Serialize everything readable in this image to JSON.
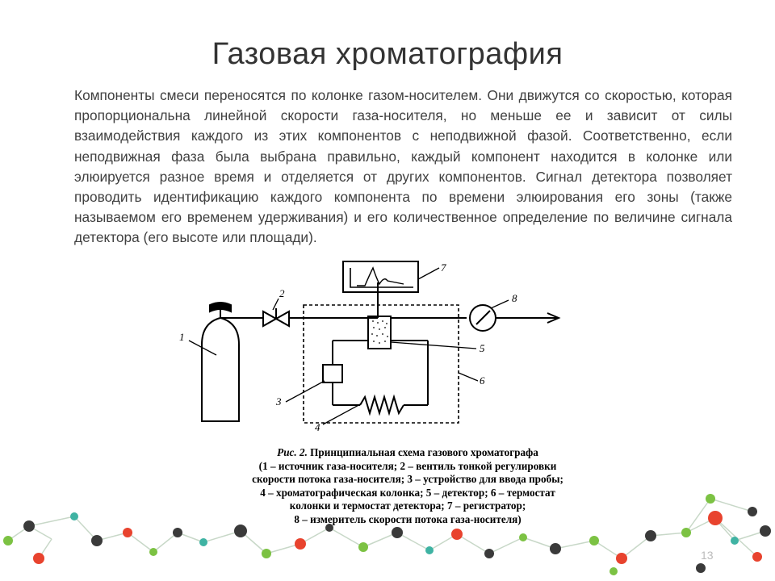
{
  "slide": {
    "title": "Газовая хроматография",
    "paragraph": "Компоненты смеси переносятся по колонке газом-носителем. Они движутся со скоростью, которая пропорциональна линейной скорости газа-носителя, но меньше ее и зависит от силы взаимодействия каждого из этих компонентов с неподвижной фазой. Соответственно, если неподвижная фаза была выбрана правильно, каждый компонент находится в колонке или элюируется разное время и отделяется от других компонентов. Сигнал детектора позволяет проводить идентификацию каждого компонента по времени элюирования его зоны (также называемом его временем удерживания) и его количественное определение по величине сигнала детектора (его высоте или площади).",
    "page_number": "13"
  },
  "figure": {
    "labels": [
      "1",
      "2",
      "3",
      "4",
      "5",
      "6",
      "7",
      "8"
    ],
    "caption_title": "Рис. 2.",
    "caption_lines": [
      "Принципиальная схема газового хроматографа",
      "(1 – источник газа-носителя; 2 – вентиль тонкой регулировки",
      "скорости потока газа-носителя; 3 – устройство для ввода пробы;",
      "4 – хроматографическая колонка; 5 – детектор; 6 – термостат",
      "колонки и термостат детектора; 7 – регистратор;",
      "8 – измеритель скорости потока газа-носителя)"
    ]
  },
  "decor": {
    "molecule_colors": [
      "#e8432e",
      "#3a3a3a",
      "#7cc243",
      "#3fb3a3"
    ]
  }
}
